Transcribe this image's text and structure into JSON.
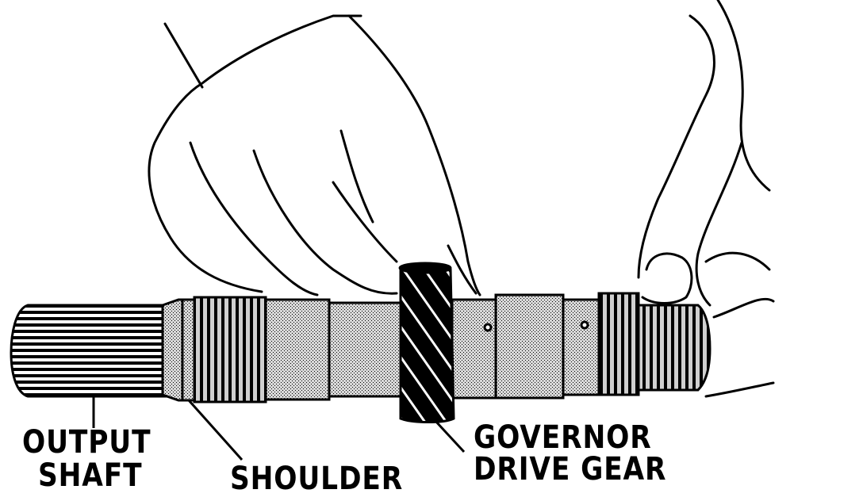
{
  "labels": {
    "output_shaft": {
      "line1": "OUTPUT",
      "line2": "SHAFT"
    },
    "shoulder": "SHOULDER",
    "governor_drive_gear": {
      "line1": "GOVERNOR",
      "line2": "DRIVE GEAR"
    }
  },
  "colors": {
    "ink": "#000000",
    "paper": "#ffffff",
    "stipple_bg": "#d6d6d6"
  }
}
